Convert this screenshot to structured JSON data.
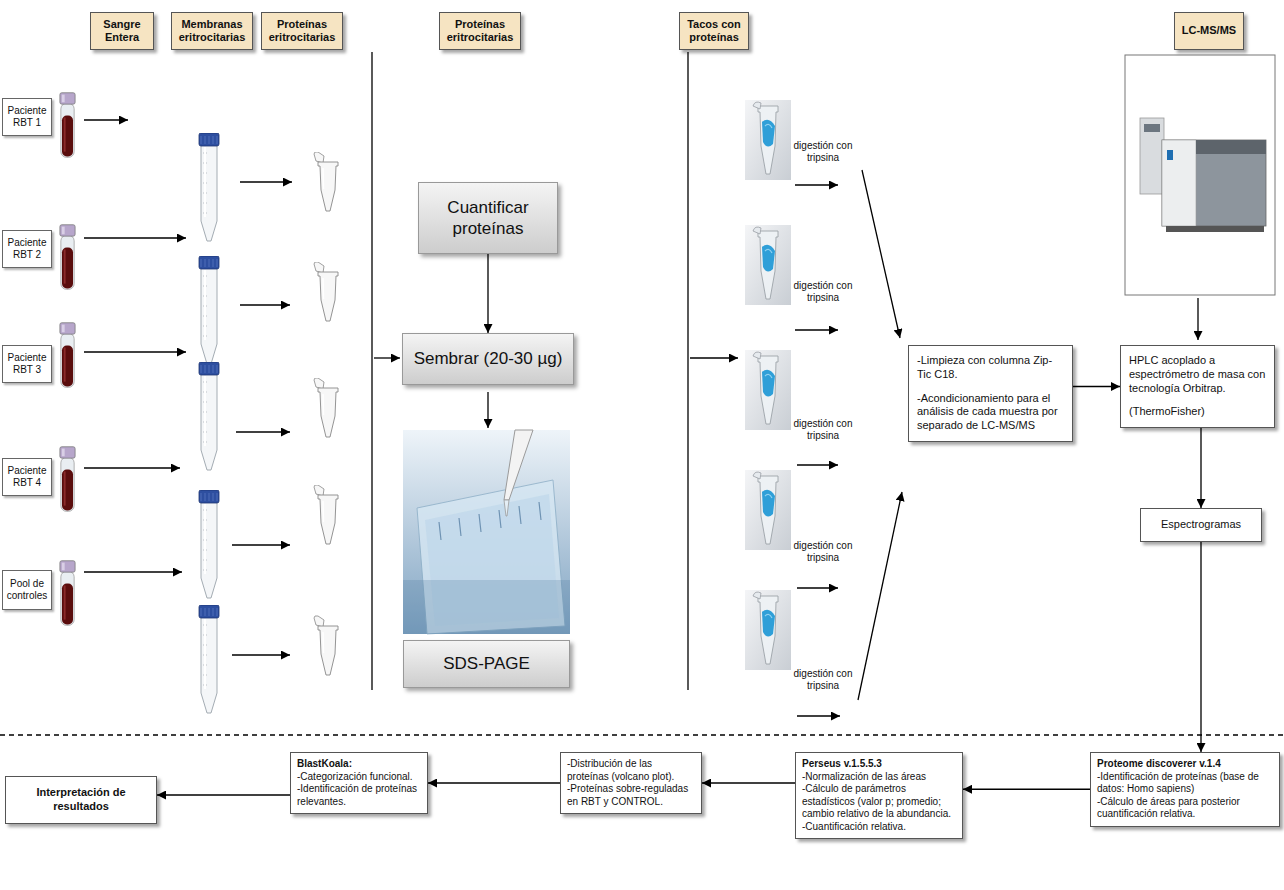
{
  "diagram": {
    "nodes": [
      {
        "text": [
          "Sangre Entera"
        ]
      },
      {
        "text": [
          "Membranas eritrocitarias"
        ]
      },
      {
        "text": [
          "Proteínas eritrocitarias"
        ]
      },
      {
        "text": [
          "Proteínas eritrocitarias"
        ]
      },
      {
        "text": [
          "Tacos con proteínas"
        ]
      },
      {
        "text": [
          "LC-MS/MS"
        ]
      },
      {
        "text": [
          "Paciente RBT 1"
        ]
      },
      {
        "text": [
          "Paciente RBT 2"
        ]
      },
      {
        "text": [
          "Paciente RBT 3"
        ]
      },
      {
        "text": [
          "Paciente RBT 4"
        ]
      },
      {
        "text": [
          "Pool de controles"
        ]
      },
      {
        "text": [
          "Cuantificar proteínas"
        ]
      },
      {
        "text": [
          "Sembrar (20-30 µg)"
        ]
      },
      {
        "text": [
          "SDS-PAGE"
        ]
      },
      {
        "text": [
          "-Limpieza con columna Zip-Tic C18.",
          "-Acondicionamiento para el análisis de cada muestra por separado de LC-MS/MS"
        ]
      },
      {
        "text": [
          "HPLC acoplado a espectrómetro de masa con tecnología Orbitrap.",
          "(ThermoFisher)"
        ]
      },
      {
        "text": [
          "Espectrogramas"
        ]
      },
      {
        "text": [
          "Proteome discoverer v.1.4",
          "-Identificación de proteínas (base de datos: Homo sapiens)",
          "-Cálculo de áreas para posterior cuantificación relativa."
        ]
      },
      {
        "text": [
          "Perseus v.1.5.5.3",
          "-Normalización de las áreas",
          "-Cálculo de parámetros estadísticos (valor p; promedio; cambio relativo de la abundancia.",
          "-Cuantificación relativa."
        ]
      },
      {
        "text": [
          "-Distribución de las proteínas (volcano plot).",
          "-Proteínas sobre-reguladas en RBT y CONTROL."
        ]
      },
      {
        "text": [
          "BlastKoala:",
          "-Categorización funcional.",
          "-Identificación de proteínas relevantes."
        ]
      },
      {
        "text": [
          "Interpretación de resultados"
        ]
      }
    ],
    "edges": [
      {
        "from": 11,
        "to": 12,
        "arrow": "to"
      },
      {
        "from": 14,
        "to": 15,
        "arrow": "to"
      },
      {
        "from": 15,
        "to": 16,
        "arrow": "to"
      },
      {
        "from": 16,
        "to": 17,
        "arrow": "to"
      },
      {
        "from": 17,
        "to": 18,
        "arrow": "to"
      },
      {
        "from": 18,
        "to": 19,
        "arrow": "to"
      },
      {
        "from": 19,
        "to": 20,
        "arrow": "to"
      },
      {
        "from": 20,
        "to": 21,
        "arrow": "to"
      }
    ],
    "labels": [
      "digestión con tripsina",
      "digestión con tripsina",
      "digestión con tripsina",
      "digestión con tripsina",
      "digestión con tripsina"
    ]
  }
}
